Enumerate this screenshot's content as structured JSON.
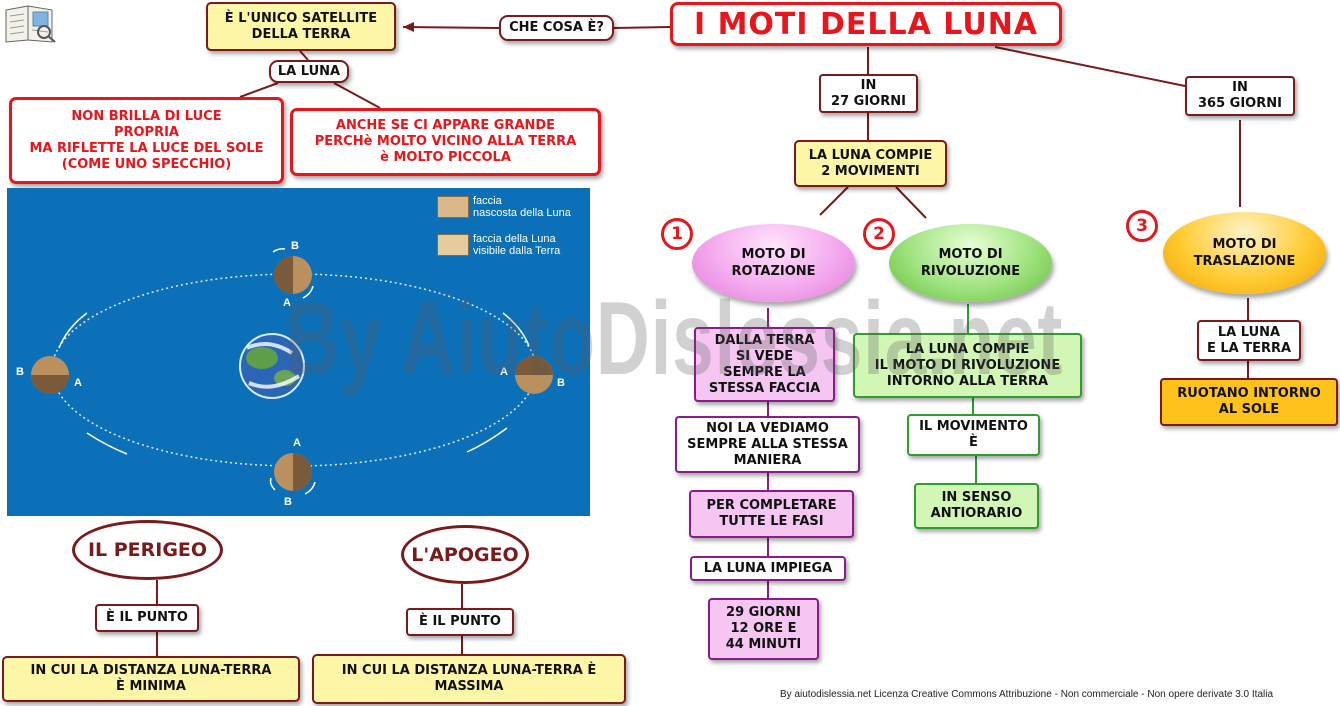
{
  "title": "I MOTI DELLA LUNA",
  "question": "CHE COSA È?",
  "satellite": "È L'UNICO SATELLITE\nDELLA TERRA",
  "la_luna": "LA LUNA",
  "no_light": "NON BRILLA DI LUCE\nPROPRIA\nMA RIFLETTE LA LUCE DEL SOLE\n(COME UNO SPECCHIO)",
  "small": "ANCHE SE CI APPARE GRANDE\nPERCHè MOLTO VICINO ALLA TERRA\nè MOLTO PICCOLA",
  "days27": "IN\n27 GIORNI",
  "days365": "IN\n365 GIORNI",
  "two_moves": "LA LUNA COMPIE\n2 MOVIMENTI",
  "num1": "1",
  "num2": "2",
  "num3": "3",
  "rotation": "MOTO DI\nROTAZIONE",
  "revolution": "MOTO DI\nRIVOLUZIONE",
  "translation": "MOTO DI\nTRASLAZIONE",
  "rot_items": [
    "DALLA TERRA\nSI VEDE\nSEMPRE LA\nSTESSA FACCIA",
    "NOI LA VEDIAMO\nSEMPRE ALLA STESSA\nMANIERA",
    "PER COMPLETARE\nTUTTE LE FASI",
    "LA LUNA IMPIEGA",
    "29 GIORNI\n12 ORE E\n44 MINUTI"
  ],
  "rev_items": [
    "LA LUNA COMPIE\nIL MOTO DI RIVOLUZIONE\nINTORNO ALLA TERRA",
    "IL MOVIMENTO\nÈ",
    "IN SENSO\nANTIORARIO"
  ],
  "tra_items": [
    "LA LUNA\nE LA TERRA",
    "RUOTANO INTORNO\nAL SOLE"
  ],
  "perigeo": "IL PERIGEO",
  "apogeo": "L'APOGEO",
  "e_il_punto": "È IL PUNTO",
  "e_il_punto_2": "È IL PUNTO",
  "min_dist": "IN CUI LA DISTANZA LUNA-TERRA\nÈ MINIMA",
  "max_dist": "IN CUI LA DISTANZA LUNA-TERRA È\nMASSIMA",
  "legend_hidden": "faccia\nnascosta della Luna",
  "legend_visible": "faccia della Luna\nvisibile dalla Terra",
  "point_a": "A",
  "point_b": "B",
  "watermark": "By AiutoDislessia.net",
  "footer": "By aiutodislessia.net Licenza Creative Commons Attribuzione - Non commerciale - Non opere derivate 3.0 Italia",
  "colors": {
    "red": "#e8151b",
    "maroon": "#7a1a1a",
    "yellow": "#fff7a8",
    "pink": "#f6c6f3",
    "green": "#d2f6b6",
    "orange": "#ffc21a",
    "ocean": "#0c70b9"
  }
}
